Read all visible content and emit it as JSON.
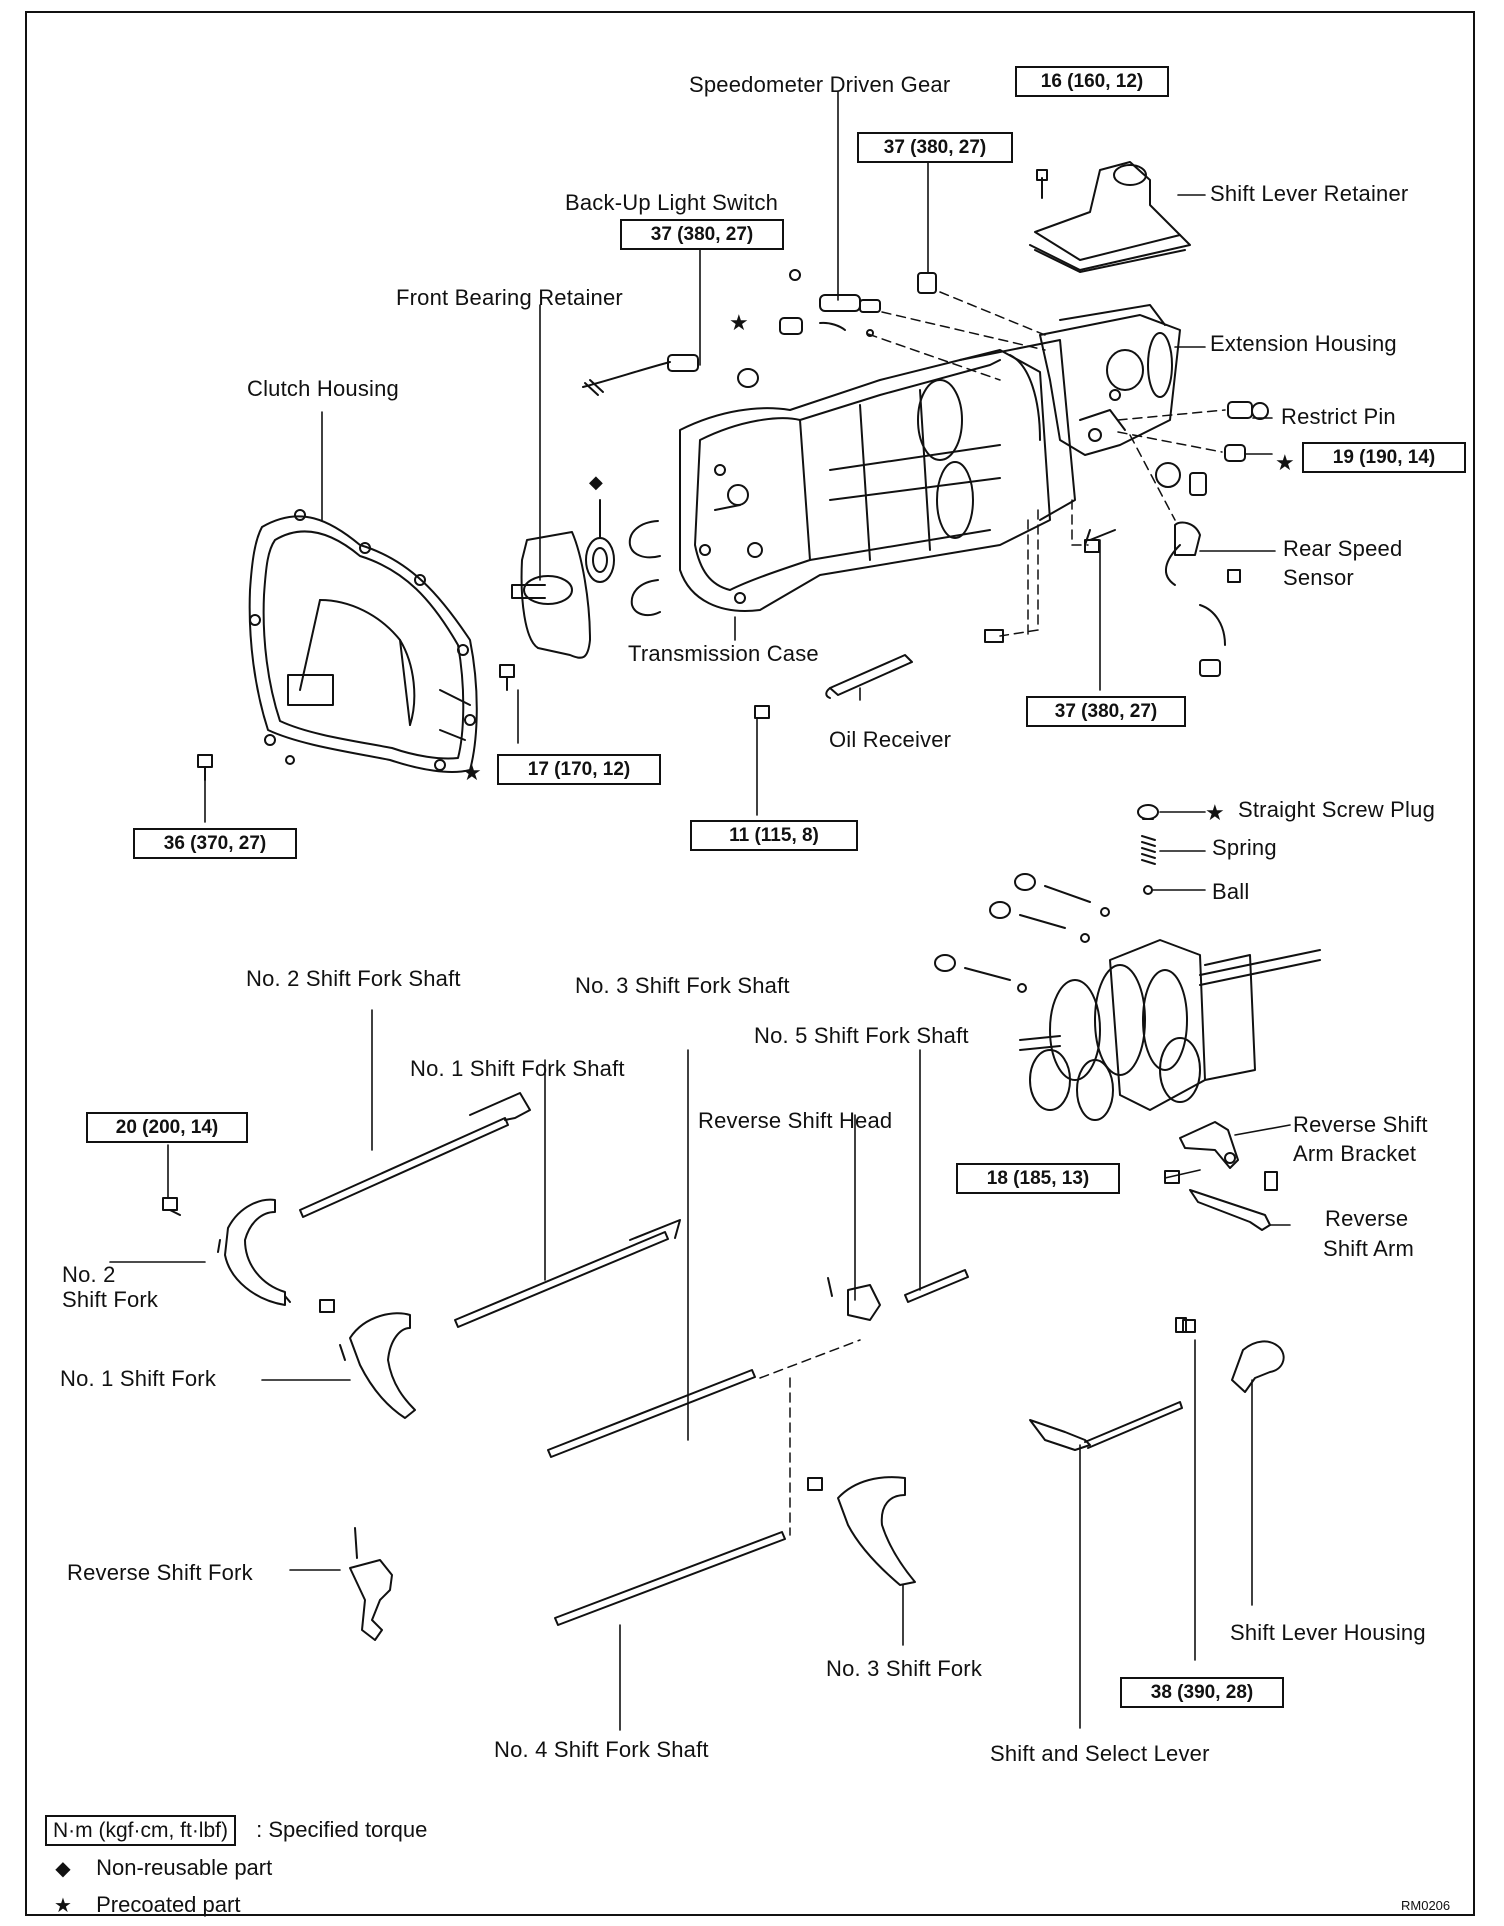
{
  "labels": {
    "speedometer_driven_gear": "Speedometer Driven Gear",
    "shift_lever_retainer": "Shift Lever Retainer",
    "back_up_light_switch": "Back-Up Light Switch",
    "front_bearing_retainer": "Front Bearing Retainer",
    "extension_housing": "Extension Housing",
    "clutch_housing": "Clutch Housing",
    "restrict_pin": "Restrict Pin",
    "rear_speed_sensor_1": "Rear Speed",
    "rear_speed_sensor_2": "Sensor",
    "transmission_case": "Transmission Case",
    "oil_receiver": "Oil Receiver",
    "straight_screw_plug": "Straight Screw Plug",
    "spring": "Spring",
    "ball": "Ball",
    "no2_shift_fork_shaft": "No. 2 Shift Fork Shaft",
    "no3_shift_fork_shaft": "No. 3 Shift Fork Shaft",
    "no5_shift_fork_shaft": "No. 5 Shift Fork Shaft",
    "no1_shift_fork_shaft": "No. 1 Shift Fork Shaft",
    "reverse_shift_head": "Reverse Shift Head",
    "reverse_shift_arm_bracket_1": "Reverse Shift",
    "reverse_shift_arm_bracket_2": "Arm Bracket",
    "reverse_shift_arm_1": "Reverse",
    "reverse_shift_arm_2": "Shift Arm",
    "no2_shift_fork_1": "No. 2",
    "no2_shift_fork_2": "Shift Fork",
    "no1_shift_fork": "No. 1 Shift Fork",
    "reverse_shift_fork": "Reverse Shift Fork",
    "no3_shift_fork": "No. 3 Shift Fork",
    "shift_lever_housing": "Shift Lever Housing",
    "no4_shift_fork_shaft": "No. 4 Shift Fork Shaft",
    "shift_and_select_lever": "Shift and Select Lever"
  },
  "torques": {
    "t_16": "16 (160, 12)",
    "t_37_speedo": "37 (380, 27)",
    "t_37_backup": "37 (380, 27)",
    "t_19": "19 (190, 14)",
    "t_37_case": "37 (380, 27)",
    "t_17": "17 (170, 12)",
    "t_36": "36 (370, 27)",
    "t_11": "11 (115, 8)",
    "t_20": "20 (200, 14)",
    "t_18": "18 (185, 13)",
    "t_38": "38 (390, 28)"
  },
  "legend": {
    "unit": "N·m (kgf·cm, ft·lbf)",
    "unit_desc": ":  Specified torque",
    "non_reusable_symbol": "◆",
    "non_reusable": "Non-reusable part",
    "precoated_symbol": "★",
    "precoated": "Precoated part"
  },
  "figure_code": "RM0206",
  "symbols": {
    "star": "★",
    "diamond": "◆"
  }
}
